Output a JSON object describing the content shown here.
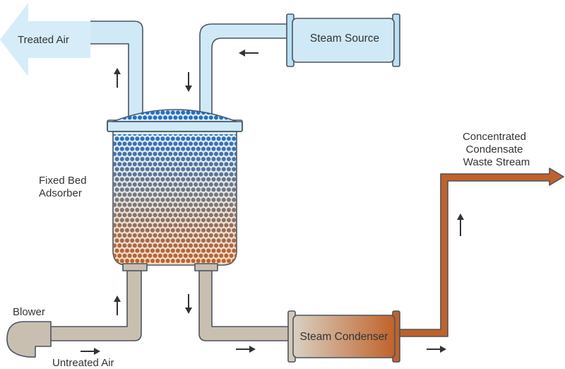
{
  "labels": {
    "treated_air": "Treated Air",
    "steam_source": "Steam Source",
    "fixed_bed_line1": "Fixed Bed",
    "fixed_bed_line2": "Adsorber",
    "concentrated_line1": "Concentrated",
    "concentrated_line2": "Condensate",
    "concentrated_line3": "Waste Stream",
    "blower": "Blower",
    "untreated_air": "Untreated Air",
    "steam_condenser": "Steam Condenser"
  },
  "colors": {
    "steam_fill": "#cfeaf6",
    "air_fill": "#c9bfb1",
    "condenser_fill": "#bf7a3e",
    "waste_fill": "#c0622a",
    "vessel_dot_top": "#2a6fc0",
    "vessel_dot_bottom": "#c0622a",
    "arrow_light": "#d4ecf8",
    "outline": "#4a5560"
  },
  "icons": {
    "flow_arrow": "arrow-icon",
    "blower": "blower-icon"
  }
}
